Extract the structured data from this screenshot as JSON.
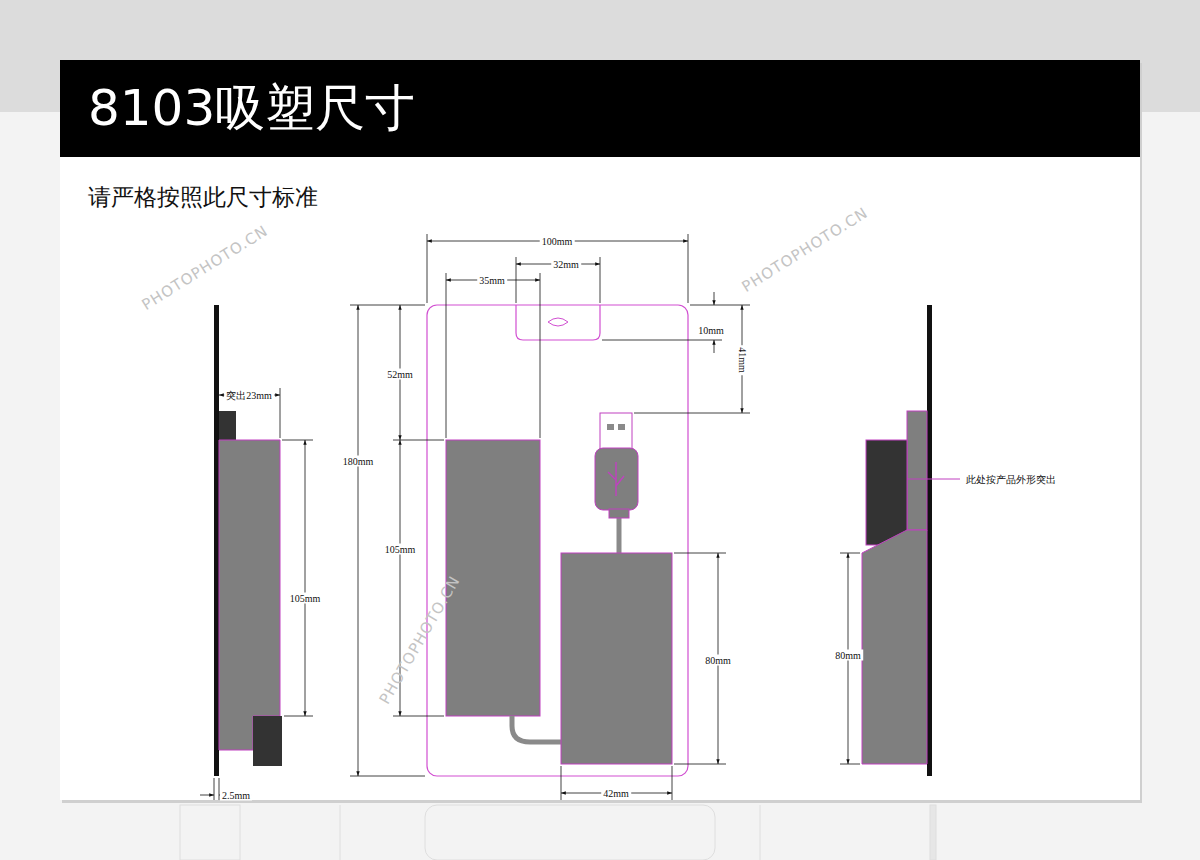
{
  "diagram": {
    "title": "8103吸塑尺寸",
    "labels": [
      "请严格按照此尺寸标准",
      "100mm",
      "35mm",
      "32mm",
      "10mm",
      "41mm",
      "52mm",
      "180mm",
      "105mm",
      "80mm",
      "42mm",
      "突出23mm",
      "105mm",
      "2.5mm",
      "此处按产品外形突出",
      "80mm",
      "PHOTOPHOTO.CN",
      "PHOTOPHOTO.CN",
      "PHOTOPHOTO.CN"
    ]
  }
}
